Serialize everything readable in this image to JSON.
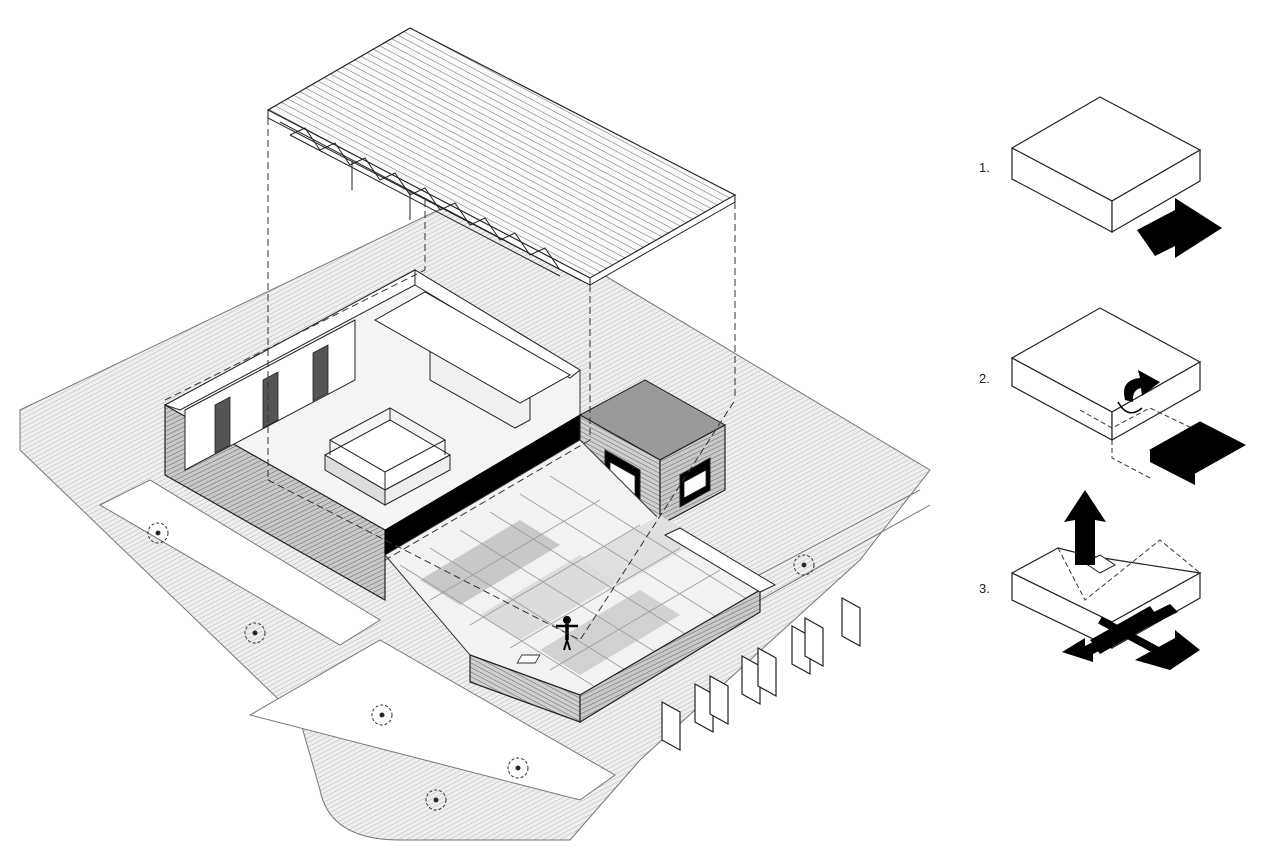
{
  "steps": [
    {
      "label": "1."
    },
    {
      "label": "2."
    },
    {
      "label": "3."
    }
  ],
  "colors": {
    "line": "#1a1a1a",
    "ground": "#e4e4e4",
    "ground_dark": "#cfcfcf",
    "wall": "#bdbdbd",
    "floor_light": "#f7f7f7",
    "floor_dark": "#9a9a9a",
    "fill_black": "#000000"
  },
  "icons": [
    "person-figure",
    "arrow-right-icon",
    "rotate-arrow-icon",
    "arrow-up-icon",
    "split-arrows-icon"
  ]
}
